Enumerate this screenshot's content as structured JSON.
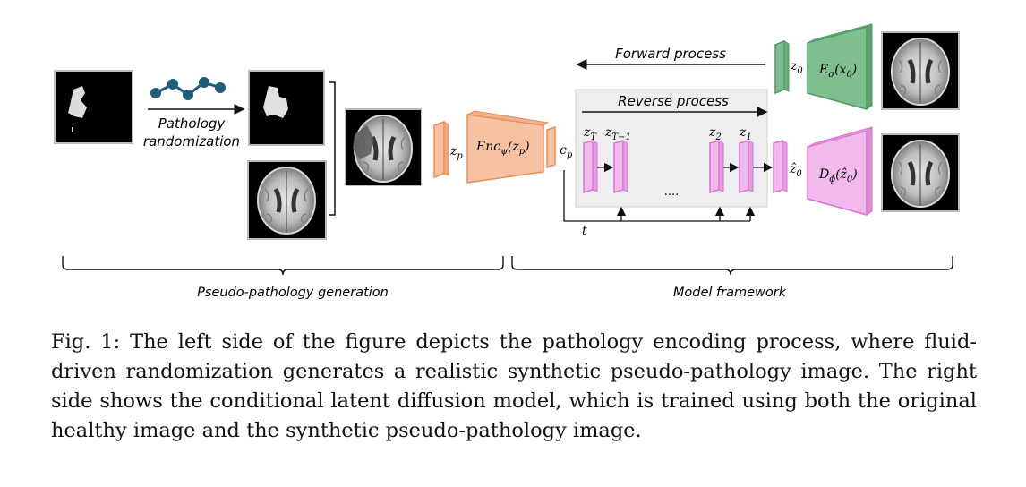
{
  "figure": {
    "left_labels": {
      "pathology_line1": "Pathology",
      "pathology_line2": "randomization",
      "section_left": "Pseudo-pathology generation"
    },
    "right_labels": {
      "forward_process": "Forward process",
      "reverse_process": "Reverse process",
      "section_right": "Model framework"
    },
    "math": {
      "z_p": "z",
      "z_p_sub": "p",
      "enc": "Enc",
      "enc_sub": "ψ",
      "enc_arg": "(z",
      "enc_arg_sub": "p",
      "enc_close": ")",
      "c_p": "c",
      "c_p_sub": "p",
      "z_T": "z",
      "z_T_sub": "T",
      "z_T1": "z",
      "z_T1_sub": "T−1",
      "z_2": "z",
      "z_2_sub": "2",
      "z_1": "z",
      "z_1_sub": "1",
      "z_0": "z",
      "z_0_sub": "0",
      "z0hat": "ẑ",
      "z0hat_sub": "0",
      "enc_sigma": "E",
      "enc_sigma_sub": "σ",
      "enc_sigma_arg": "(x",
      "enc_sigma_arg_sub": "0",
      "enc_sigma_close": ")",
      "dec_phi": "D",
      "dec_phi_sub": "ϕ",
      "dec_phi_arg": "(ẑ",
      "dec_phi_arg_sub": "0",
      "dec_phi_close": ")",
      "t": "t",
      "dots": "...."
    },
    "colors": {
      "orange_fill": "#f7c2a3",
      "orange_stroke": "#e88d5a",
      "pink_fill": "#f1b9ec",
      "pink_stroke": "#d873cf",
      "green_fill": "#7fbf8f",
      "green_stroke": "#4f9a66",
      "node_blue": "#1f5d7a",
      "reverse_bg": "#eeeeee"
    }
  },
  "caption": {
    "text": "Fig. 1: The left side of the figure depicts the pathology encoding process, where fluid-driven randomization generates a realistic synthetic pseudo-pathology image. The right side shows the conditional latent diffusion model, which is trained using both the original healthy image and the synthetic pseudo-pathology image."
  }
}
